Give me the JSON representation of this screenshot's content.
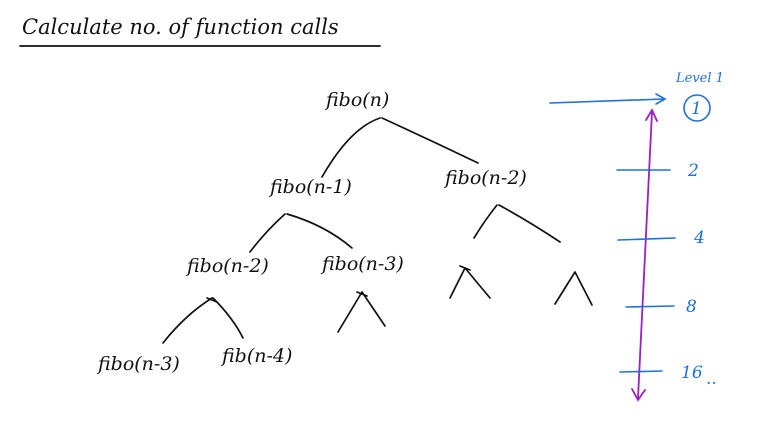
{
  "title": "Calculate no. of function calls",
  "tree": {
    "root": "fibo(n)",
    "level2_left": "fibo(n-1)",
    "level2_right": "fibo(n-2)",
    "level3_left": "fibo(n-2)",
    "level3_mid": "fibo(n-3)",
    "level4_left": "fibo(n-3)",
    "level4_right": "fib(n-4)"
  },
  "levels": {
    "label": "Level 1",
    "first": "1",
    "second": "2",
    "third": "4",
    "fourth": "8",
    "fifth": "16",
    "ellipsis": ".."
  },
  "colors": {
    "ink": "#111111",
    "annotation": "#1f6fe0",
    "arrow": "#9a1fc7"
  }
}
